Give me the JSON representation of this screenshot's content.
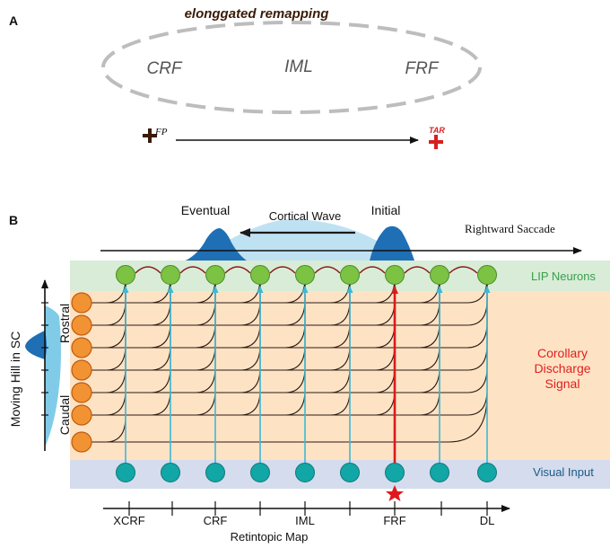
{
  "panel_a": {
    "letter": "A",
    "title": "elonggated remapping",
    "field_labels": [
      "CRF",
      "IML",
      "FRF"
    ],
    "fp_label": "FP",
    "tar_label": "TAR",
    "colors": {
      "title": "#3a1a08",
      "dashed": "#bdbdbd",
      "fp_cross": "#3a1a08",
      "tar_cross": "#d62020",
      "labels": "#555555"
    }
  },
  "panel_b": {
    "letter": "B",
    "eventual_label": "Eventual",
    "initial_label": "Initial",
    "cortical_wave_label": "Cortical Wave",
    "saccade_label": "Rightward Saccade",
    "lip_label": "LIP Neurons",
    "cd_label_lines": [
      "Corollary",
      "Discharge",
      "Signal"
    ],
    "visual_label": "Visual Input",
    "rostral_label": "Rostral",
    "caudal_label": "Caudal",
    "moving_hill_label": "Moving Hill in SC",
    "retinotopic_map_label": "Retintopic Map",
    "axis_ticks": [
      "XCRF",
      "CRF",
      "IML",
      "FRF",
      "DL"
    ],
    "colors": {
      "lip_band": "#d8ecd8",
      "cd_band": "#fde3c4",
      "visual_band": "#d5dced",
      "lip_text": "#3aa04a",
      "cd_text": "#e02020",
      "visual_text": "#1a5a86",
      "green_node": "#7cc243",
      "teal_node": "#12a6a6",
      "orange_node": "#f29333",
      "blue_dark": "#1f6fb5",
      "blue_light": "#bfe2f3",
      "cyan_line": "#3fb8d6",
      "red_line": "#e0181c",
      "curve": "#2a1a14"
    }
  }
}
